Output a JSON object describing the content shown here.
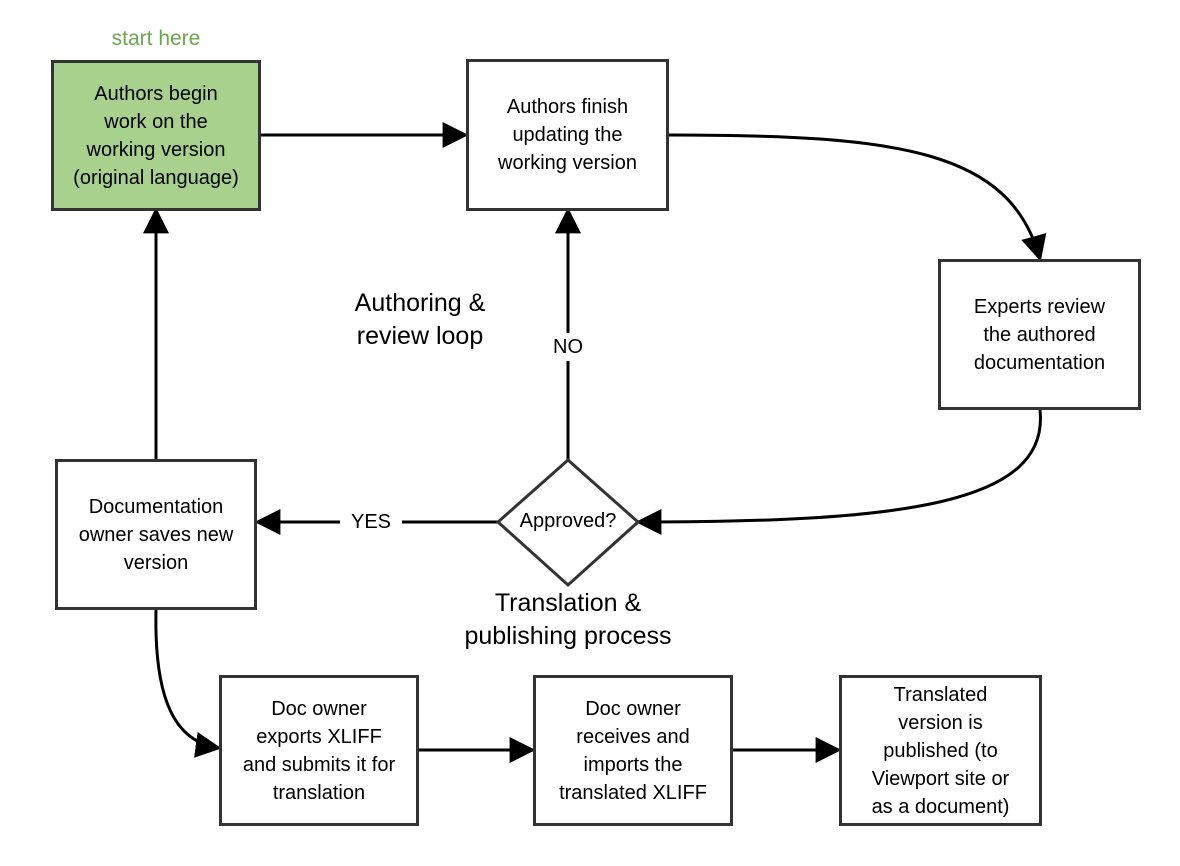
{
  "start_label": "start here",
  "nodes": {
    "begin": "Authors begin\nwork on the\nworking version\n(original language)",
    "finish": "Authors finish\nupdating the\nworking version",
    "review": "Experts review\nthe authored\ndocumentation",
    "decision": "Approved?",
    "save": "Documentation\nowner saves new\nversion",
    "export": "Doc owner\nexports XLIFF\nand submits it  for\ntranslation",
    "import": "Doc owner\nreceives and\nimports the\ntranslated XLIFF",
    "publish": "Translated\nversion is\npublished (to\nViewport site or\nas a document)"
  },
  "edge_labels": {
    "yes": "YES",
    "no": "NO"
  },
  "section_labels": {
    "loop": "Authoring &\nreview loop",
    "process": "Translation &\npublishing process"
  },
  "colors": {
    "start_fill": "#a9d18e",
    "start_text": "#6aa84f",
    "stroke": "#333333",
    "edge": "#000000"
  }
}
